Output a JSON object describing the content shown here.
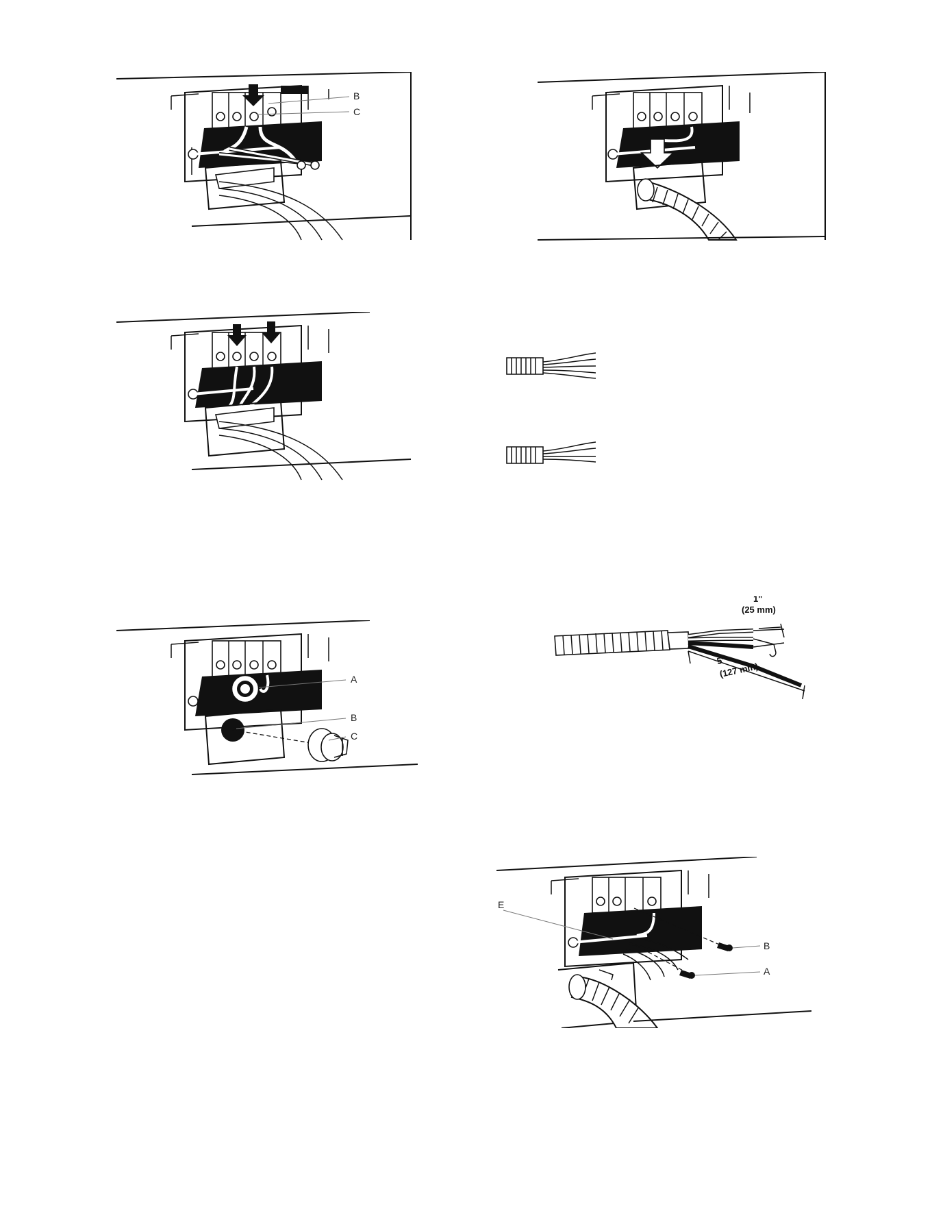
{
  "figures": {
    "fig1": {
      "labels": {
        "b": "B",
        "c": "C"
      }
    },
    "fig5": {
      "labels": {
        "a": "A",
        "b": "B",
        "c": "C"
      }
    },
    "fig6": {
      "dimensions": {
        "short_in": "1\"",
        "short_mm": "(25 mm)",
        "long_in": "5\"",
        "long_mm": "(127 mm)"
      }
    },
    "fig7": {
      "labels": {
        "e": "E",
        "b": "B",
        "a": "A"
      }
    }
  }
}
